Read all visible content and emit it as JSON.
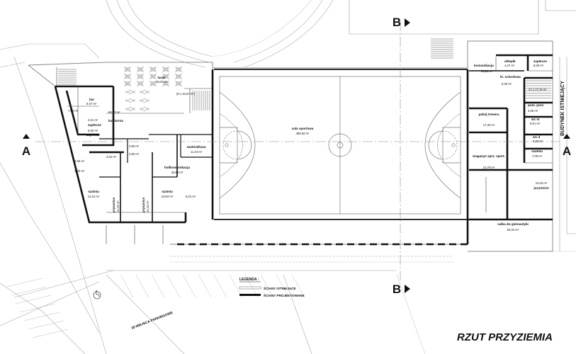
{
  "title": "RZUT PRZYZIEMIA",
  "neighbor_building": "BUDYNEK ISTNIEJĄCY",
  "section_a": "A",
  "section_b": "B",
  "parking": "38 MIEJSCA PARKINGOWE",
  "legend": {
    "title": "LEGENDA :",
    "existing": "ŚCIANY ISTNIEJĄCE",
    "designed": "ŚCIANY PROJEKTOWANE"
  },
  "rooms": {
    "taras": {
      "name": "taras",
      "area": "43,01 m²"
    },
    "bar": {
      "name": "bar",
      "area": "9,47 m²"
    },
    "bar_small": {
      "name": "",
      "area": "7,90 m²"
    },
    "kawiarnia": {
      "name": "kawiarnia",
      "area": "56,73 m²"
    },
    "zaplecze_bar": {
      "name": "zaplecze",
      "area": "3,21 m²"
    },
    "zaplecze2": {
      "name": "zaplecze",
      "area": "6,50 m²"
    },
    "sc_a": {
      "name": "",
      "area": "3,64 m²"
    },
    "sc_b": {
      "name": "",
      "area": "2,80 m²"
    },
    "sc_c": {
      "name": "",
      "area": "2,80 m²"
    },
    "sc_d": {
      "name": "",
      "area": "2,55 m²"
    },
    "sc_e": {
      "name": "",
      "area": "3,90 m²"
    },
    "stair_area": {
      "name": "",
      "area": "(5 x 15,67 m²)"
    },
    "szatnia_kasa": {
      "name": "szatnia/kasa",
      "area": "11,34 m²"
    },
    "hol": {
      "name": "hol/komunikacja",
      "area": "43,64 m²"
    },
    "szatnia_left": {
      "name": "szatnia",
      "area": "12,31 m²"
    },
    "szatnia_mid": {
      "name": "szatnia",
      "area": "10,94 m²"
    },
    "prysznice1": {
      "name": "prysznice",
      "area": "14,13 m²"
    },
    "prysznice2": {
      "name": "prysznice",
      "area": "14,13 m²"
    },
    "hall_small": {
      "name": "",
      "area": "6,01 m²"
    },
    "sala": {
      "name": "sala sportowa",
      "area": "495,63 m²"
    },
    "komunikacja": {
      "name": "komunikacja",
      "area": "56,26 m²"
    },
    "sklepik": {
      "name": "sklepik",
      "area": "4,47 m²"
    },
    "zaplecze_r": {
      "name": "zaplecze",
      "area": "8,00 m²"
    },
    "kl_schodowa": {
      "name": "kl. schodowa",
      "area": "8,30 m²"
    },
    "stair_right": {
      "name": "",
      "area": "21 x 17,18 m²"
    },
    "pom_porz": {
      "name": "pom. porz.",
      "area": "3,56 m²"
    },
    "wc_m": {
      "name": "wc m",
      "area": "9,01 m²"
    },
    "wc_d": {
      "name": "wc d",
      "area": "8,03 m²"
    },
    "pokoj_trenera": {
      "name": "pokój trenera",
      "area": "17,46 m²"
    },
    "magazyn": {
      "name": "magazyn sprz. sport.",
      "area": "21,79 m²"
    },
    "szatnia_r": {
      "name": "szatnia",
      "area": "7,09 m²"
    },
    "prysznice_r": {
      "name": "prysznice",
      "area": "13,15 m²"
    },
    "gimnastyka": {
      "name": "salka do gimnastyki",
      "area": "53,34 m²"
    }
  },
  "colors": {
    "wall": "#111111",
    "existing_wall": "#999999",
    "line": "#555555",
    "light": "#bbbbbb"
  }
}
